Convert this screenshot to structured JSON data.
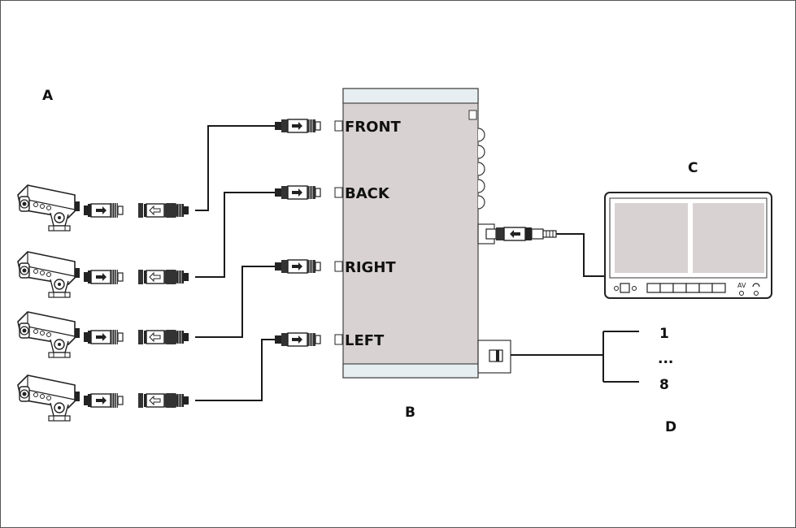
{
  "labels": {
    "cameras": "A",
    "switch_box": "B",
    "monitor": "C",
    "triggers": "D"
  },
  "ports": [
    "FRONT",
    "BACK",
    "RIGHT",
    "LEFT"
  ],
  "monitor_panel": {
    "av": "AV"
  },
  "trigger_lines": {
    "first": "1",
    "ellipsis": "...",
    "last": "8"
  },
  "colors": {
    "box_fill": "#d9d2d2",
    "box_band": "#e7eef1",
    "screen": "#d9d2d2",
    "line": "#1a1a1a"
  }
}
